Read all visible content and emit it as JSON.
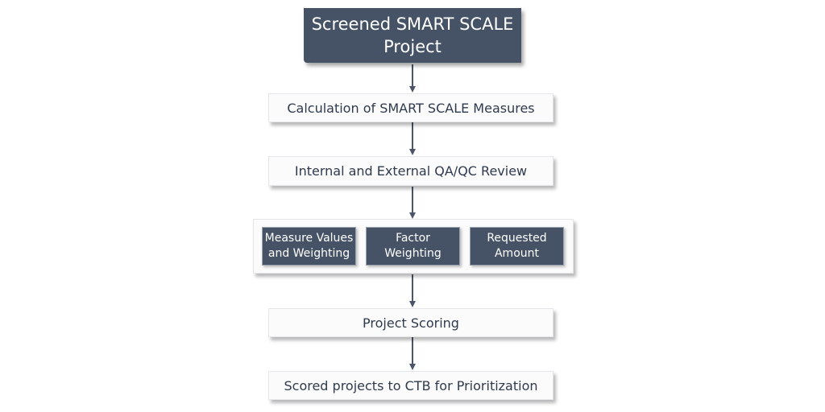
{
  "flowchart": {
    "title": "Screened SMART SCALE\nProject",
    "steps": {
      "calculation": "Calculation of SMART SCALE Measures",
      "review": "Internal and External QA/QC Review",
      "scoring": "Project Scoring",
      "scored": "Scored projects to CTB for Prioritization"
    },
    "inputs": [
      "Measure Values\nand Weighting",
      "Factor\nWeighting",
      "Requested\nAmount"
    ]
  },
  "colors": {
    "dark_box": "#465366",
    "light_box": "#fbfbfb",
    "arrow": "#4a5568"
  }
}
